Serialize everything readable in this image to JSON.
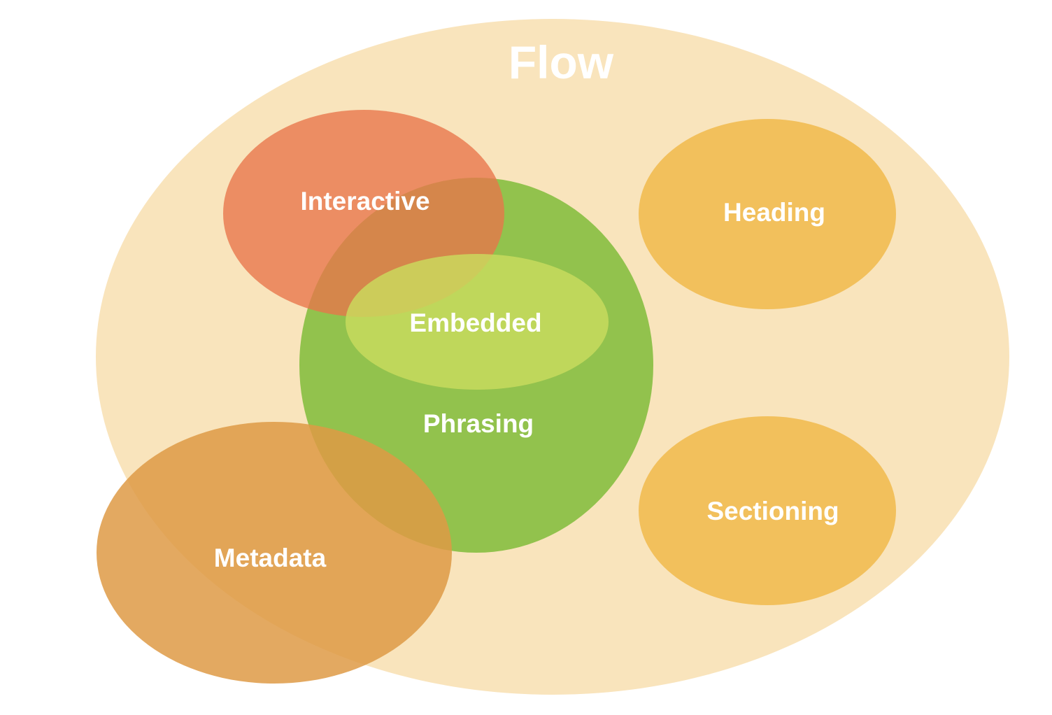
{
  "diagram": {
    "type": "nested venn diagram",
    "categories": {
      "flow": {
        "label": "Flow",
        "color": "#F9E4BC"
      },
      "interactive": {
        "label": "Interactive",
        "color": "#E8744A"
      },
      "heading": {
        "label": "Heading",
        "color": "#F2C05C"
      },
      "phrasing": {
        "label": "Phrasing",
        "color": "#8CC047"
      },
      "embedded": {
        "label": "Embedded",
        "color": "#C9DC5E"
      },
      "sectioning": {
        "label": "Sectioning",
        "color": "#F2C05C"
      },
      "metadata": {
        "label": "Metadata",
        "color": "#DE9A45"
      }
    }
  }
}
